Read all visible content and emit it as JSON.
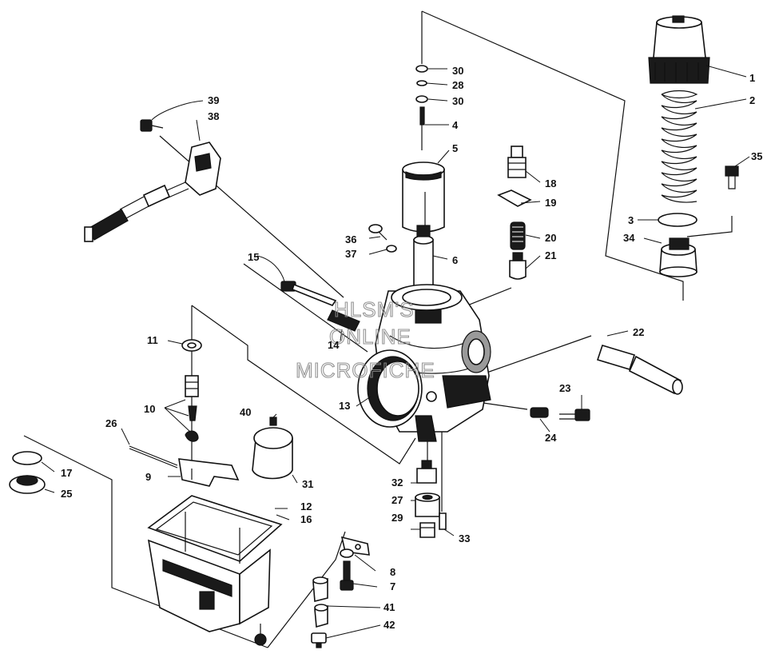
{
  "watermark": {
    "line1": "HLSM'S",
    "line2": "ONLINE",
    "line3": "MICROFICHE"
  },
  "callouts": [
    {
      "id": "c1",
      "text": "1"
    },
    {
      "id": "c2",
      "text": "2"
    },
    {
      "id": "c3",
      "text": "3"
    },
    {
      "id": "c4",
      "text": "4"
    },
    {
      "id": "c5",
      "text": "5"
    },
    {
      "id": "c6",
      "text": "6"
    },
    {
      "id": "c7",
      "text": "7"
    },
    {
      "id": "c8",
      "text": "8"
    },
    {
      "id": "c9",
      "text": "9"
    },
    {
      "id": "c10",
      "text": "10"
    },
    {
      "id": "c11",
      "text": "11"
    },
    {
      "id": "c12",
      "text": "12"
    },
    {
      "id": "c13",
      "text": "13"
    },
    {
      "id": "c14",
      "text": "14"
    },
    {
      "id": "c15",
      "text": "15"
    },
    {
      "id": "c16",
      "text": "16"
    },
    {
      "id": "c17",
      "text": "17"
    },
    {
      "id": "c18",
      "text": "18"
    },
    {
      "id": "c19",
      "text": "19"
    },
    {
      "id": "c20",
      "text": "20"
    },
    {
      "id": "c21",
      "text": "21"
    },
    {
      "id": "c22",
      "text": "22"
    },
    {
      "id": "c23",
      "text": "23"
    },
    {
      "id": "c24",
      "text": "24"
    },
    {
      "id": "c25",
      "text": "25"
    },
    {
      "id": "c26",
      "text": "26"
    },
    {
      "id": "c27",
      "text": "27"
    },
    {
      "id": "c28",
      "text": "28"
    },
    {
      "id": "c29",
      "text": "29"
    },
    {
      "id": "c30a",
      "text": "30"
    },
    {
      "id": "c30b",
      "text": "30"
    },
    {
      "id": "c31",
      "text": "31"
    },
    {
      "id": "c32",
      "text": "32"
    },
    {
      "id": "c33",
      "text": "33"
    },
    {
      "id": "c34",
      "text": "34"
    },
    {
      "id": "c35",
      "text": "35"
    },
    {
      "id": "c36",
      "text": "36"
    },
    {
      "id": "c37",
      "text": "37"
    },
    {
      "id": "c38",
      "text": "38"
    },
    {
      "id": "c39",
      "text": "39"
    },
    {
      "id": "c40",
      "text": "40"
    },
    {
      "id": "c41",
      "text": "41"
    },
    {
      "id": "c42",
      "text": "42"
    }
  ]
}
